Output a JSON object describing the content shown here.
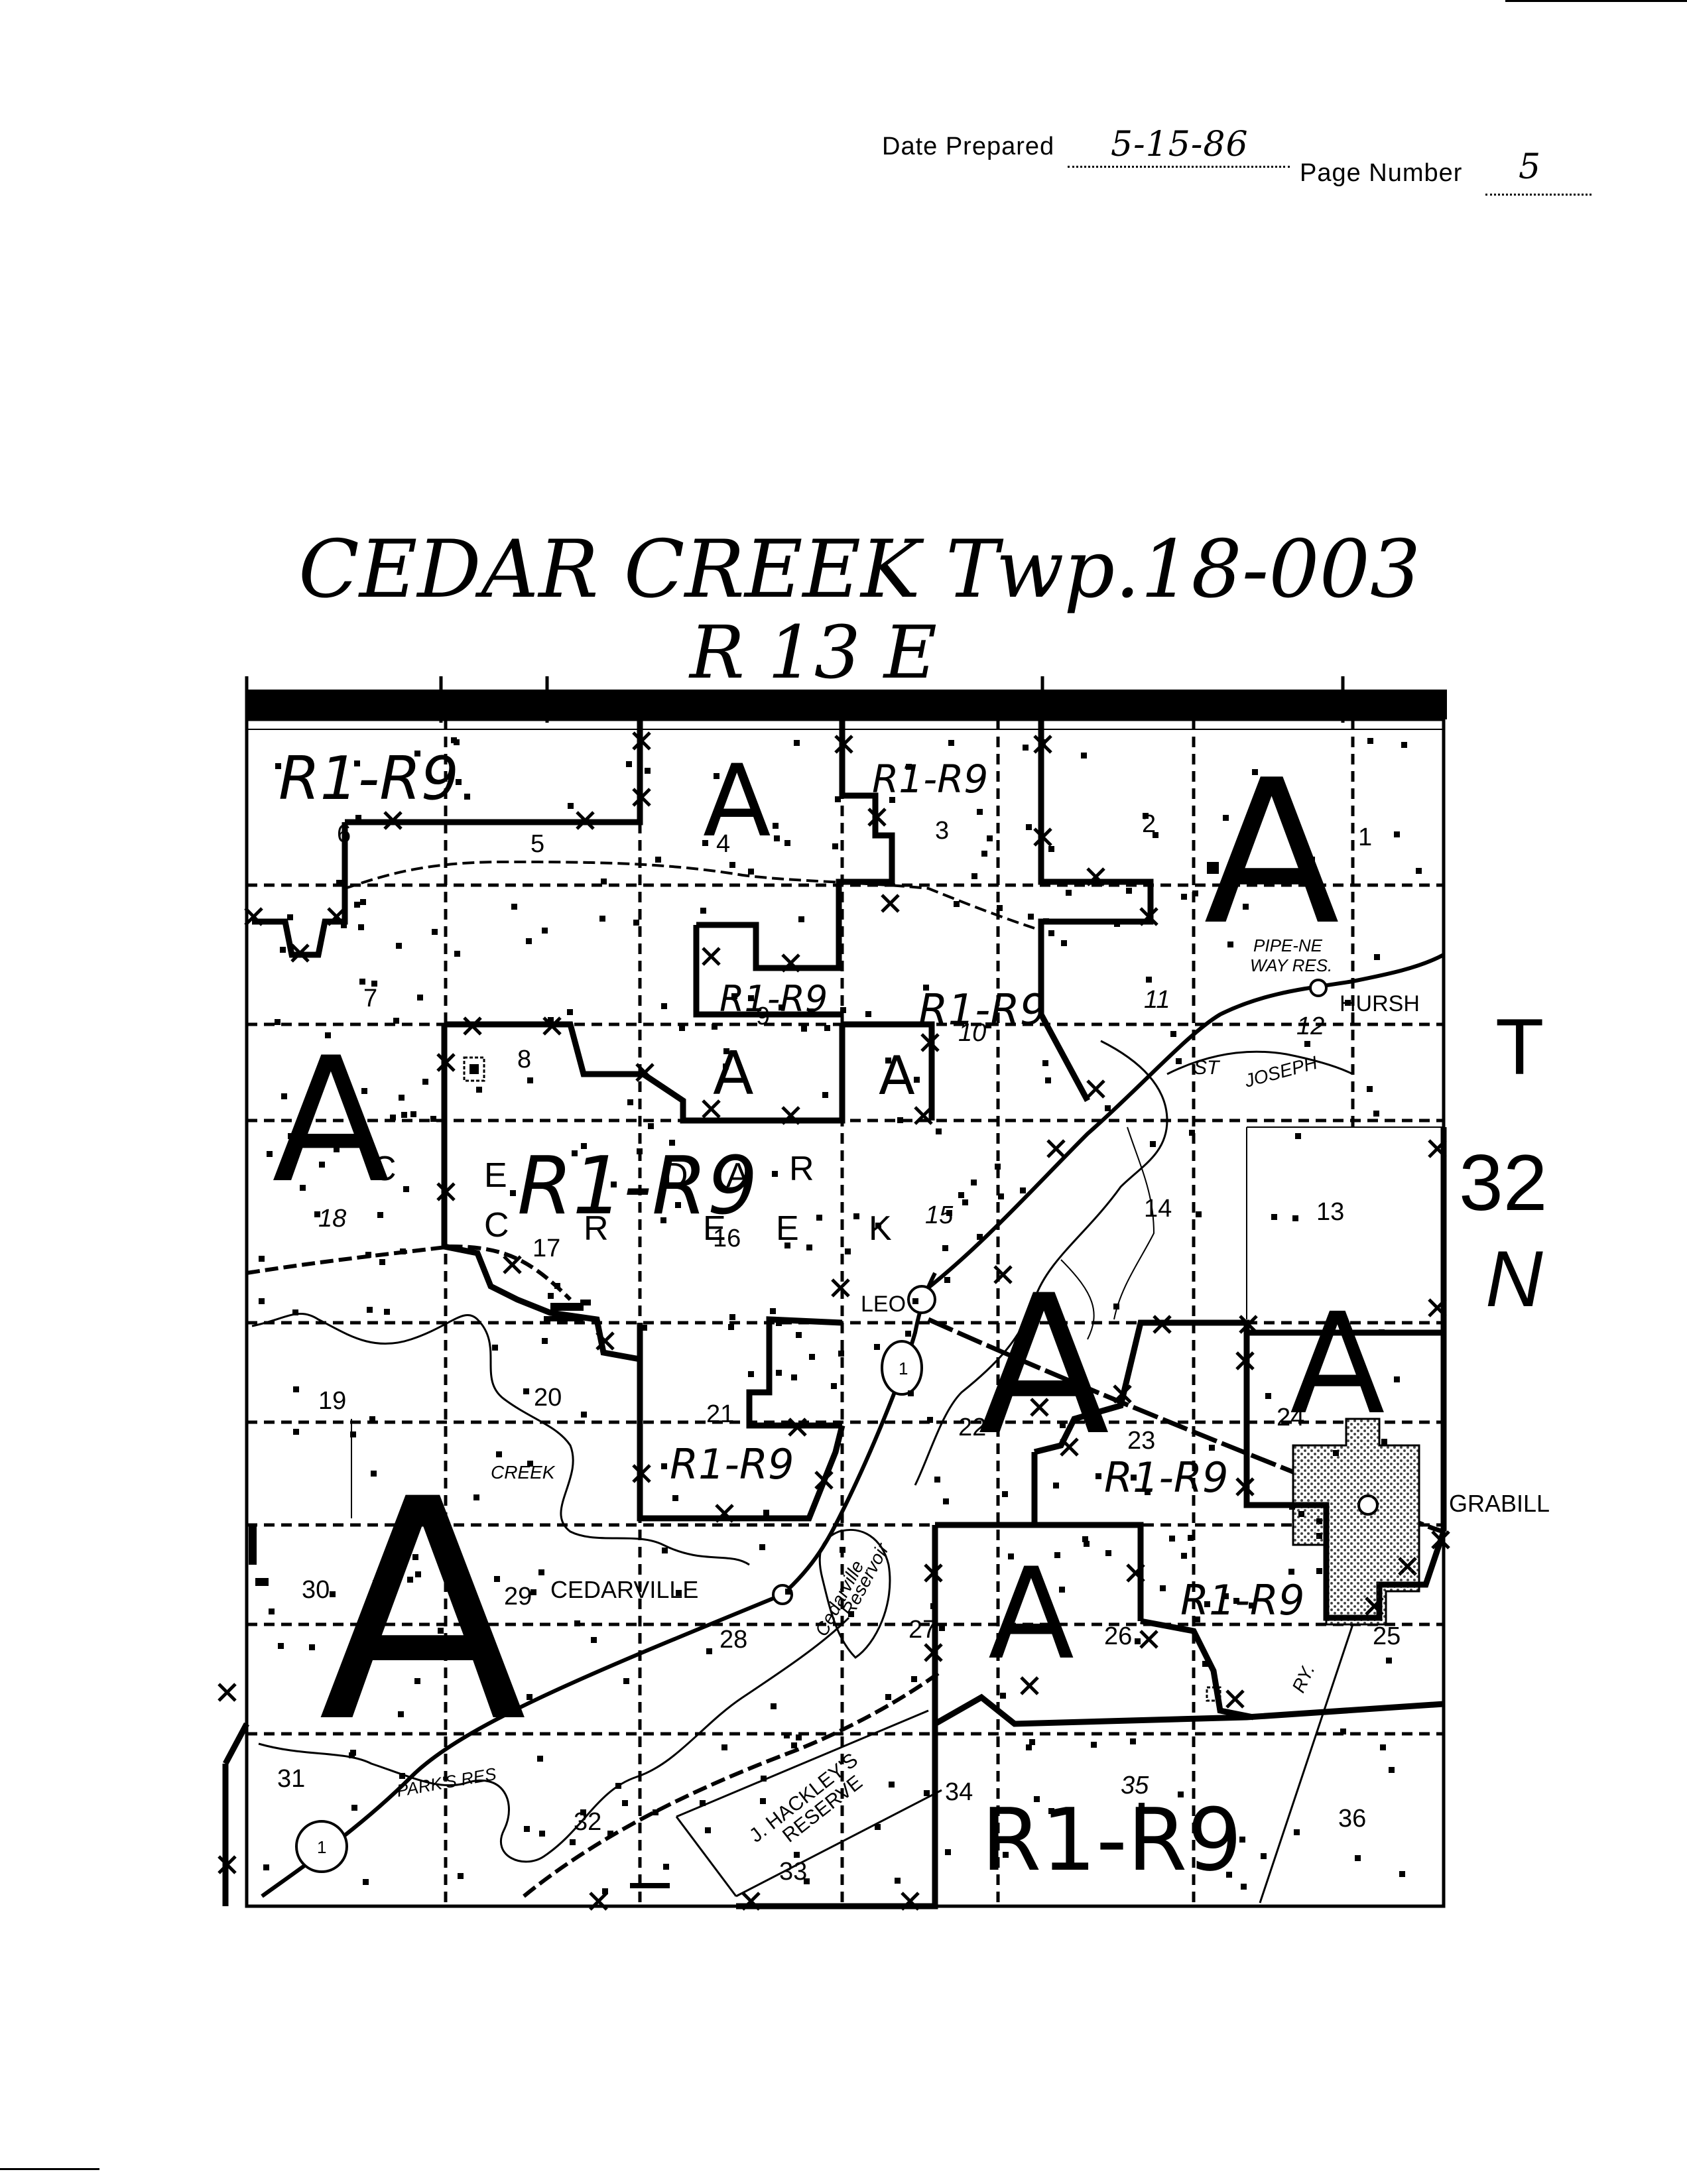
{
  "header": {
    "date_label": "Date Prepared",
    "date_value": "5-15-86",
    "page_label": "Page Number",
    "page_value": "5"
  },
  "title": {
    "line1": "CEDAR CREEK Twp.",
    "code": "18-003",
    "range": "R 13 E"
  },
  "township_label": {
    "t": "T",
    "num": "32",
    "n": "N"
  },
  "zones": {
    "r1r9": "R1-R9",
    "r1r9_center": "R1-R9",
    "agricultural": "A"
  },
  "sections": [
    "1",
    "2",
    "3",
    "4",
    "5",
    "6",
    "7",
    "8",
    "9",
    "10",
    "11",
    "12",
    "13",
    "14",
    "15",
    "16",
    "17",
    "18",
    "19",
    "20",
    "21",
    "22",
    "23",
    "24",
    "25",
    "26",
    "27",
    "28",
    "29",
    "30",
    "31",
    "32",
    "33",
    "34",
    "35",
    "36"
  ],
  "places": {
    "leo": "LEO",
    "cedarville": "CEDARVILLE",
    "hursh": "HURSH",
    "grabill": "GRABILL",
    "pipe_ne": "PIPE-NE",
    "way_res": "WAY RES.",
    "st_joseph_st": "ST",
    "st_joseph_name": "JOSEPH",
    "creek": "CREEK",
    "cedarville_reservoir_1": "Cedarville",
    "cedarville_reservoir_2": "Reservoir",
    "parks_res": "PARK'S RES",
    "hackley_1": "J. HACKLEY'S",
    "hackley_2": "RESERVE",
    "ry": "RY.",
    "route": "1",
    "cedar_letters": [
      "C",
      "E",
      "D",
      "A",
      "R"
    ],
    "creek_letters": [
      "C",
      "R",
      "E",
      "E",
      "K"
    ]
  }
}
